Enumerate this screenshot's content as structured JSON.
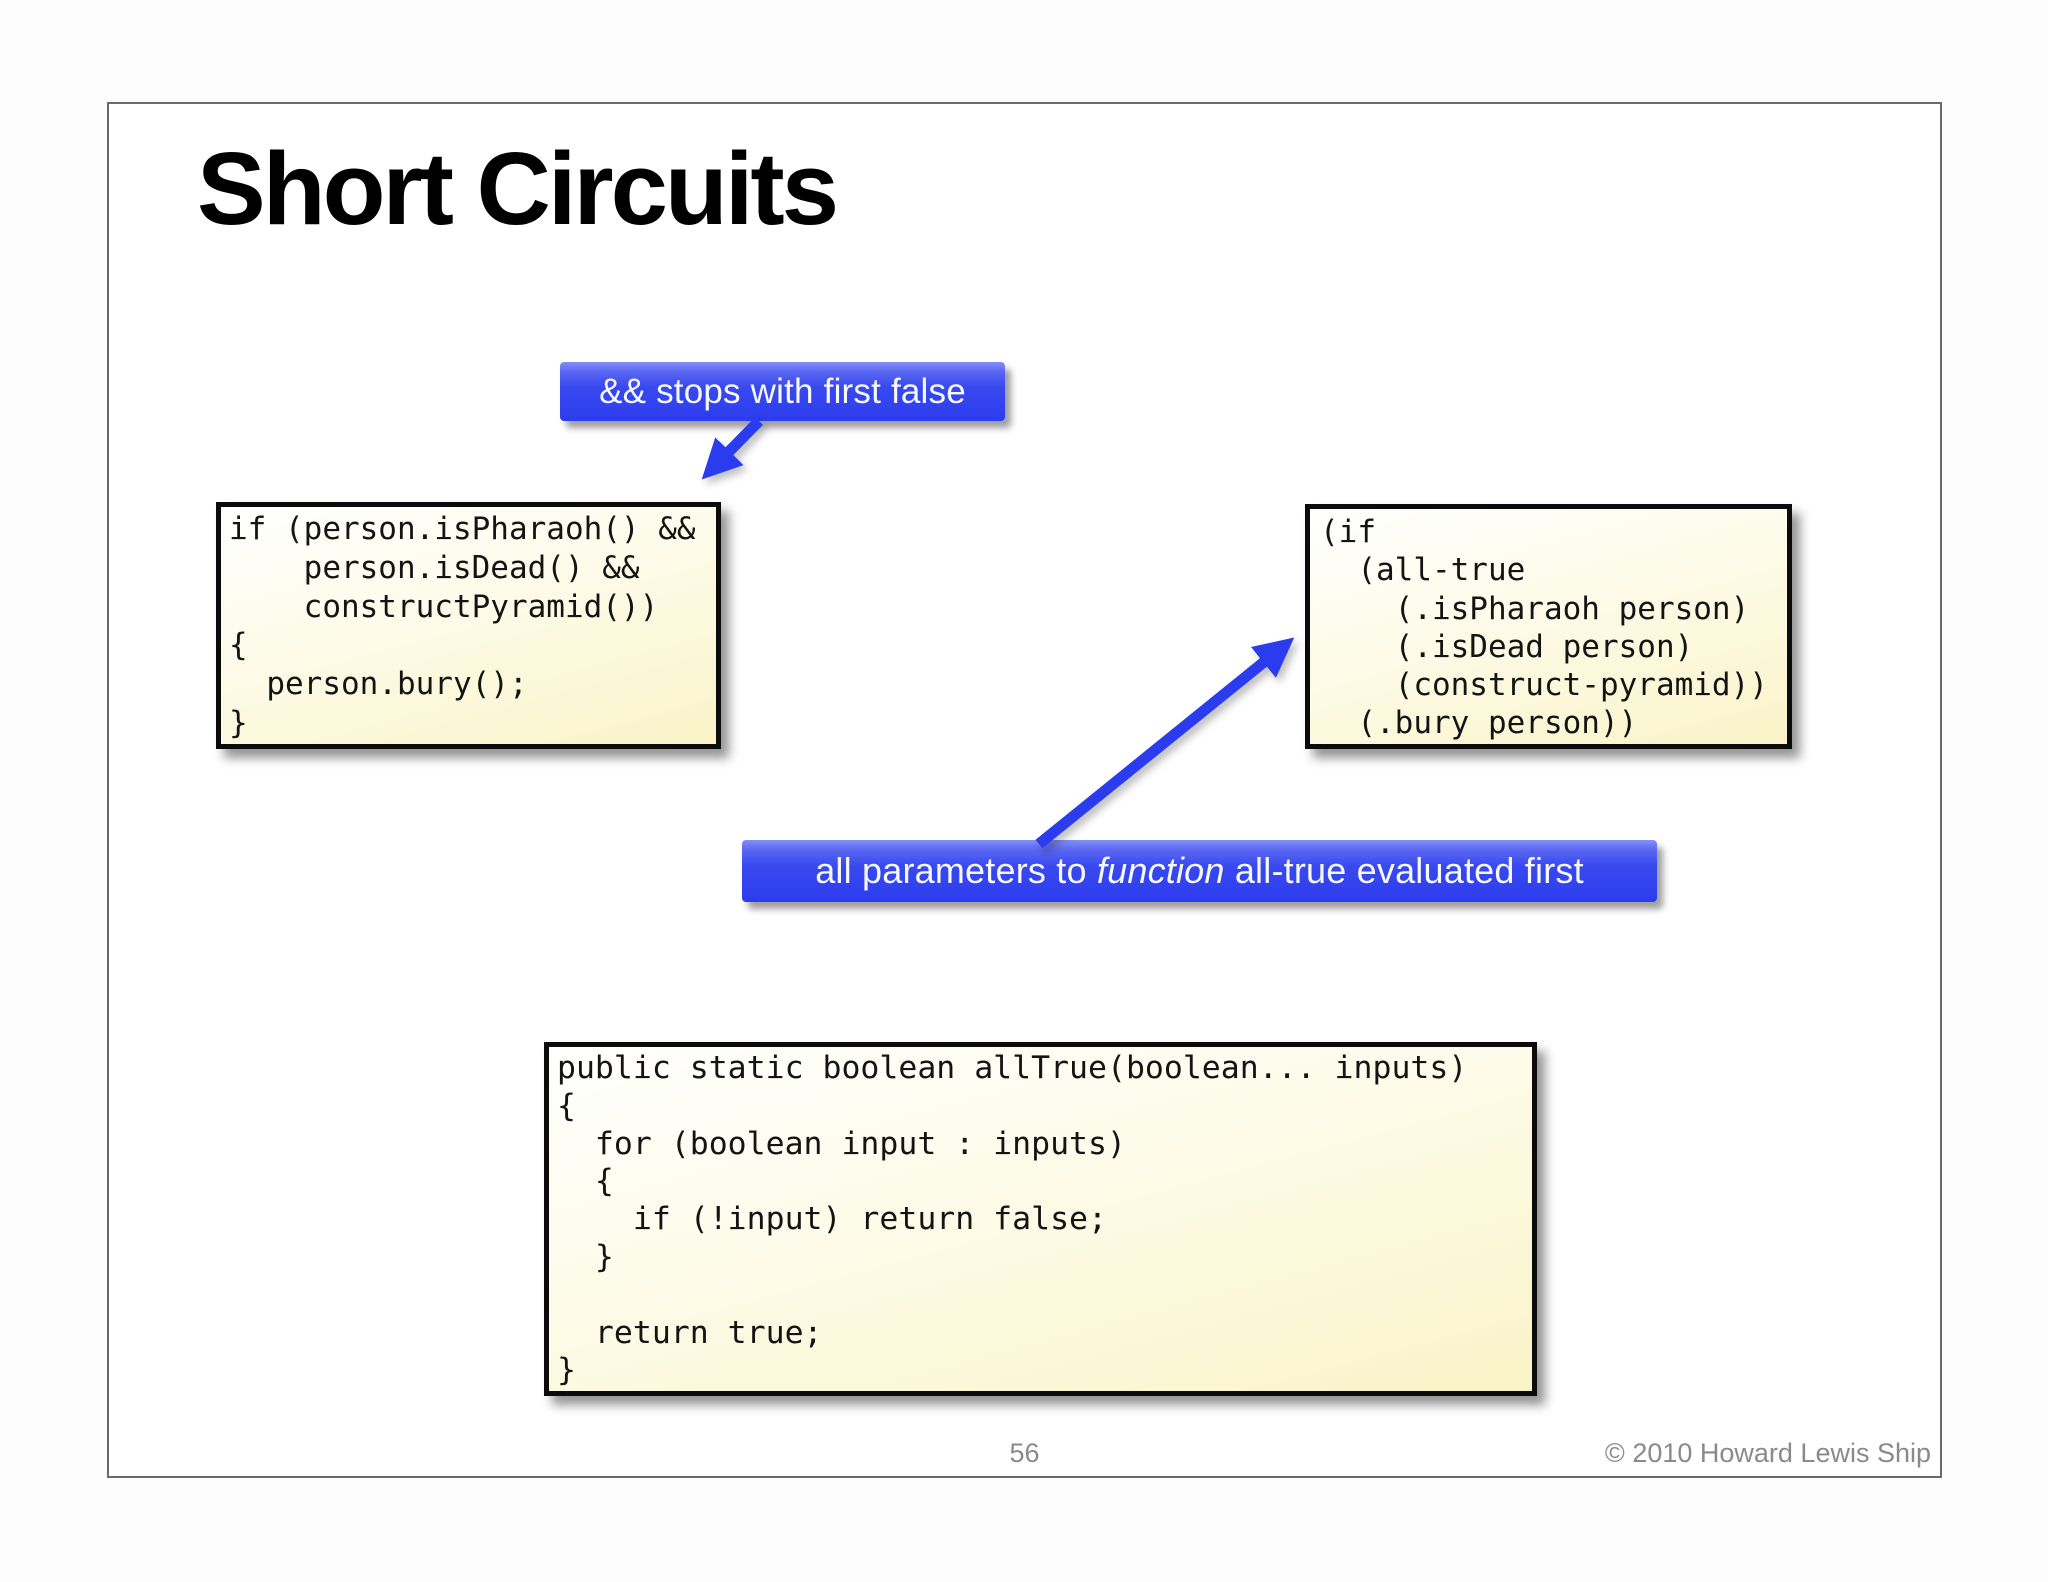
{
  "page": {
    "title": "Short Circuits",
    "callouts": {
      "short_circuit": {
        "text": "&& stops with first false"
      },
      "all_params": {
        "prefix": "all parameters to ",
        "italic": "function",
        "suffix": " all-true evaluated first"
      }
    },
    "code": {
      "java_if": "if (person.isPharaoh() &&\n    person.isDead() &&\n    constructPyramid())\n{\n  person.bury();\n}",
      "clojure_if": "(if\n  (all-true\n    (.isPharaoh person)\n    (.isDead person)\n    (construct-pyramid))\n  (.bury person))",
      "java_alltrue": "public static boolean allTrue(boolean... inputs)\n{\n  for (boolean input : inputs)\n  {\n    if (!input) return false;\n  }\n\n  return true;\n}"
    },
    "footer": {
      "page_number": "56",
      "copyright": "© 2010 Howard Lewis Ship"
    },
    "colors": {
      "badge_blue": "#3949ef",
      "arrow_blue": "#2a3cee",
      "code_box_yellow": "#faf3c8",
      "code_border": "#0b0b0b",
      "footer_gray": "#8a8a8a"
    }
  }
}
